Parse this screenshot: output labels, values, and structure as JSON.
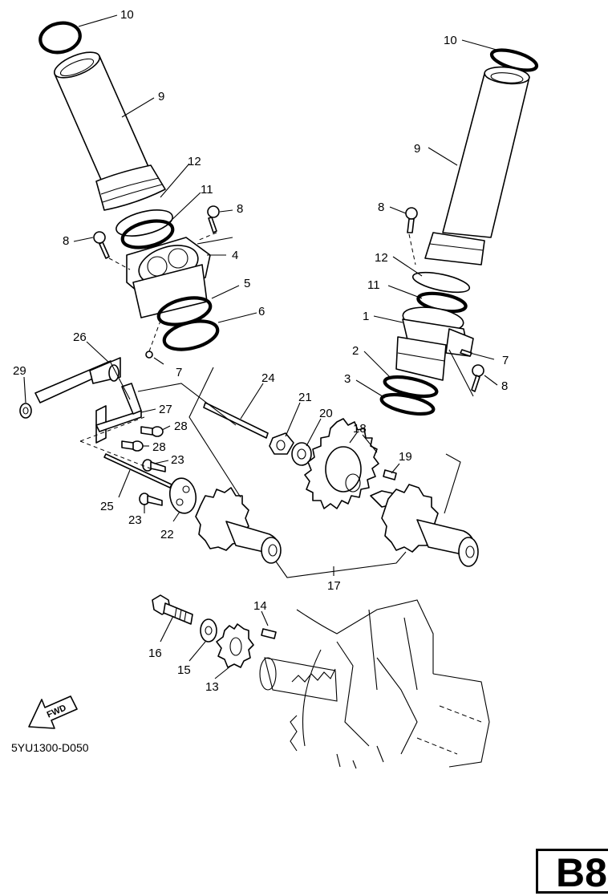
{
  "diagram_code": "5YU1300-D050",
  "page_tag": "B8",
  "fwd_label": "FWD",
  "callouts": {
    "n1": "1",
    "n2": "2",
    "n3": "3",
    "n4": "4",
    "n5": "5",
    "n6": "6",
    "n7": "7",
    "n8": "8",
    "n9": "9",
    "n10": "10",
    "n11": "11",
    "n12": "12",
    "n13": "13",
    "n14": "14",
    "n15": "15",
    "n16": "16",
    "n17": "17",
    "n18": "18",
    "n19": "19",
    "n20": "20",
    "n21": "21",
    "n22": "22",
    "n23": "23",
    "n24": "24",
    "n25": "25",
    "n26": "26",
    "n27": "27",
    "n28": "28",
    "n29": "29"
  }
}
